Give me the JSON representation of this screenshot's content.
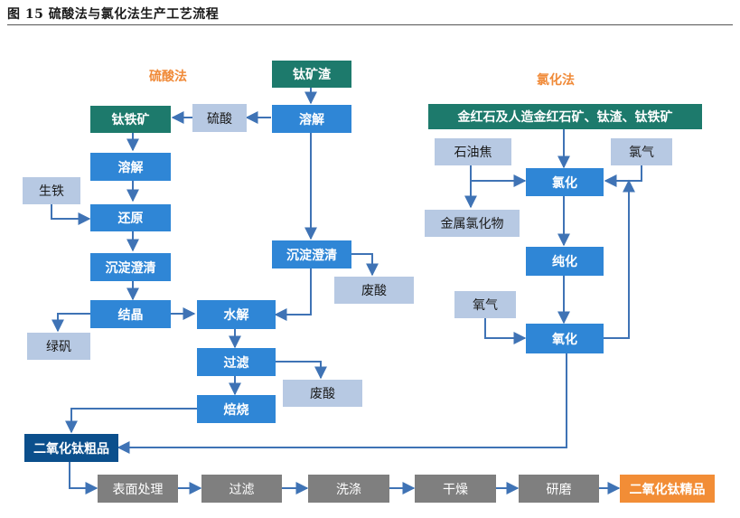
{
  "figure": {
    "title": "图 15    硫酸法与氯化法生产工艺流程"
  },
  "sections": {
    "sulfate": "硫酸法",
    "chloride": "氯化法"
  },
  "colors": {
    "blue": "#2f86d6",
    "teal": "#1d7a6c",
    "light": "#b7c9e3",
    "navy": "#0b4f8c",
    "gray": "#7f7f7f",
    "orange": "#f28d36",
    "arrow": "#3f73b5"
  },
  "nodes": {
    "slag": "钛矿渣",
    "ilmenite_sulfate": "钛铁矿",
    "sulfuric_acid": "硫酸",
    "slag_dissolve": "溶解",
    "dissolve": "溶解",
    "pig_iron": "生铁",
    "reduce": "还原",
    "settle_left": "沉淀澄清",
    "settle_right": "沉淀澄清",
    "waste_acid_1": "废酸",
    "crystallize": "结晶",
    "hydrolysis": "水解",
    "copperas": "绿矾",
    "filter": "过滤",
    "waste_acid_2": "废酸",
    "calcine": "焙烧",
    "feedstock": "金红石及人造金红石矿、钛渣、钛铁矿",
    "petcoke": "石油焦",
    "chlorine_1": "氯气",
    "chlorinate": "氯化",
    "metal_chloride": "金属氯化物",
    "purify": "纯化",
    "oxygen": "氧气",
    "oxidize": "氧化",
    "crude_tio2": "二氧化钛粗品",
    "surface_treat": "表面处理",
    "filter_2": "过滤",
    "wash": "洗涤",
    "dry": "干燥",
    "grind": "研磨",
    "fine_tio2": "二氧化钛精品"
  }
}
